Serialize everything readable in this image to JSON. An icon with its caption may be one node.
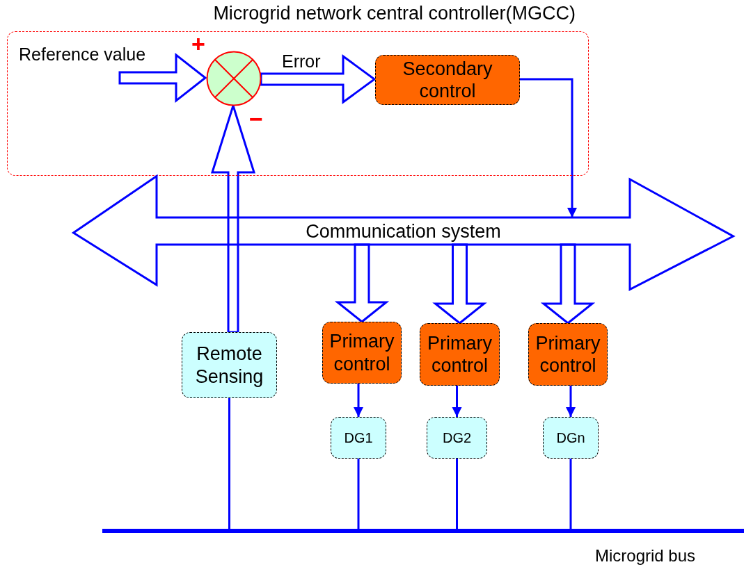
{
  "diagram": {
    "nodes": [
      {
        "text": [
          "Microgrid network central controller(MGCC)"
        ]
      },
      {
        "text": [],
        "shape": "circle",
        "in": 0,
        "beside": [
          "+",
          "−"
        ]
      },
      {
        "text": [
          "Secondary control"
        ],
        "in": 0
      },
      {
        "text": [
          "Communication system"
        ]
      },
      {
        "text": [
          "Remote Sensing"
        ]
      },
      {
        "text": [
          "Primary control"
        ]
      },
      {
        "text": [
          "Primary control"
        ]
      },
      {
        "text": [
          "Primary control"
        ]
      },
      {
        "text": [
          "DG1"
        ]
      },
      {
        "text": [
          "DG2"
        ]
      },
      {
        "text": [
          "DGn"
        ]
      },
      {
        "text": [],
        "shape": "bar",
        "beside": [
          "Microgrid bus"
        ]
      }
    ],
    "edges": [
      {
        "from": null,
        "to": 1,
        "arrow": "to",
        "label": "Reference value",
        "style": "thick"
      },
      {
        "from": 1,
        "to": 2,
        "arrow": "to",
        "label": "Error",
        "style": "thick"
      },
      {
        "from": 2,
        "to": 3,
        "arrow": "to"
      },
      {
        "from": 4,
        "to": 1,
        "arrow": "to",
        "style": "thick"
      },
      {
        "from": 3,
        "to": 5,
        "arrow": "to",
        "style": "thick"
      },
      {
        "from": 3,
        "to": 6,
        "arrow": "to",
        "style": "thick"
      },
      {
        "from": 3,
        "to": 7,
        "arrow": "to",
        "style": "thick"
      },
      {
        "from": 5,
        "to": 8,
        "arrow": "to"
      },
      {
        "from": 6,
        "to": 9,
        "arrow": "to"
      },
      {
        "from": 7,
        "to": 10,
        "arrow": "to"
      },
      {
        "from": 4,
        "to": 11,
        "arrow": "none"
      },
      {
        "from": 8,
        "to": 11,
        "arrow": "none"
      },
      {
        "from": 9,
        "to": 11,
        "arrow": "none"
      },
      {
        "from": 10,
        "to": 11,
        "arrow": "none"
      }
    ]
  }
}
